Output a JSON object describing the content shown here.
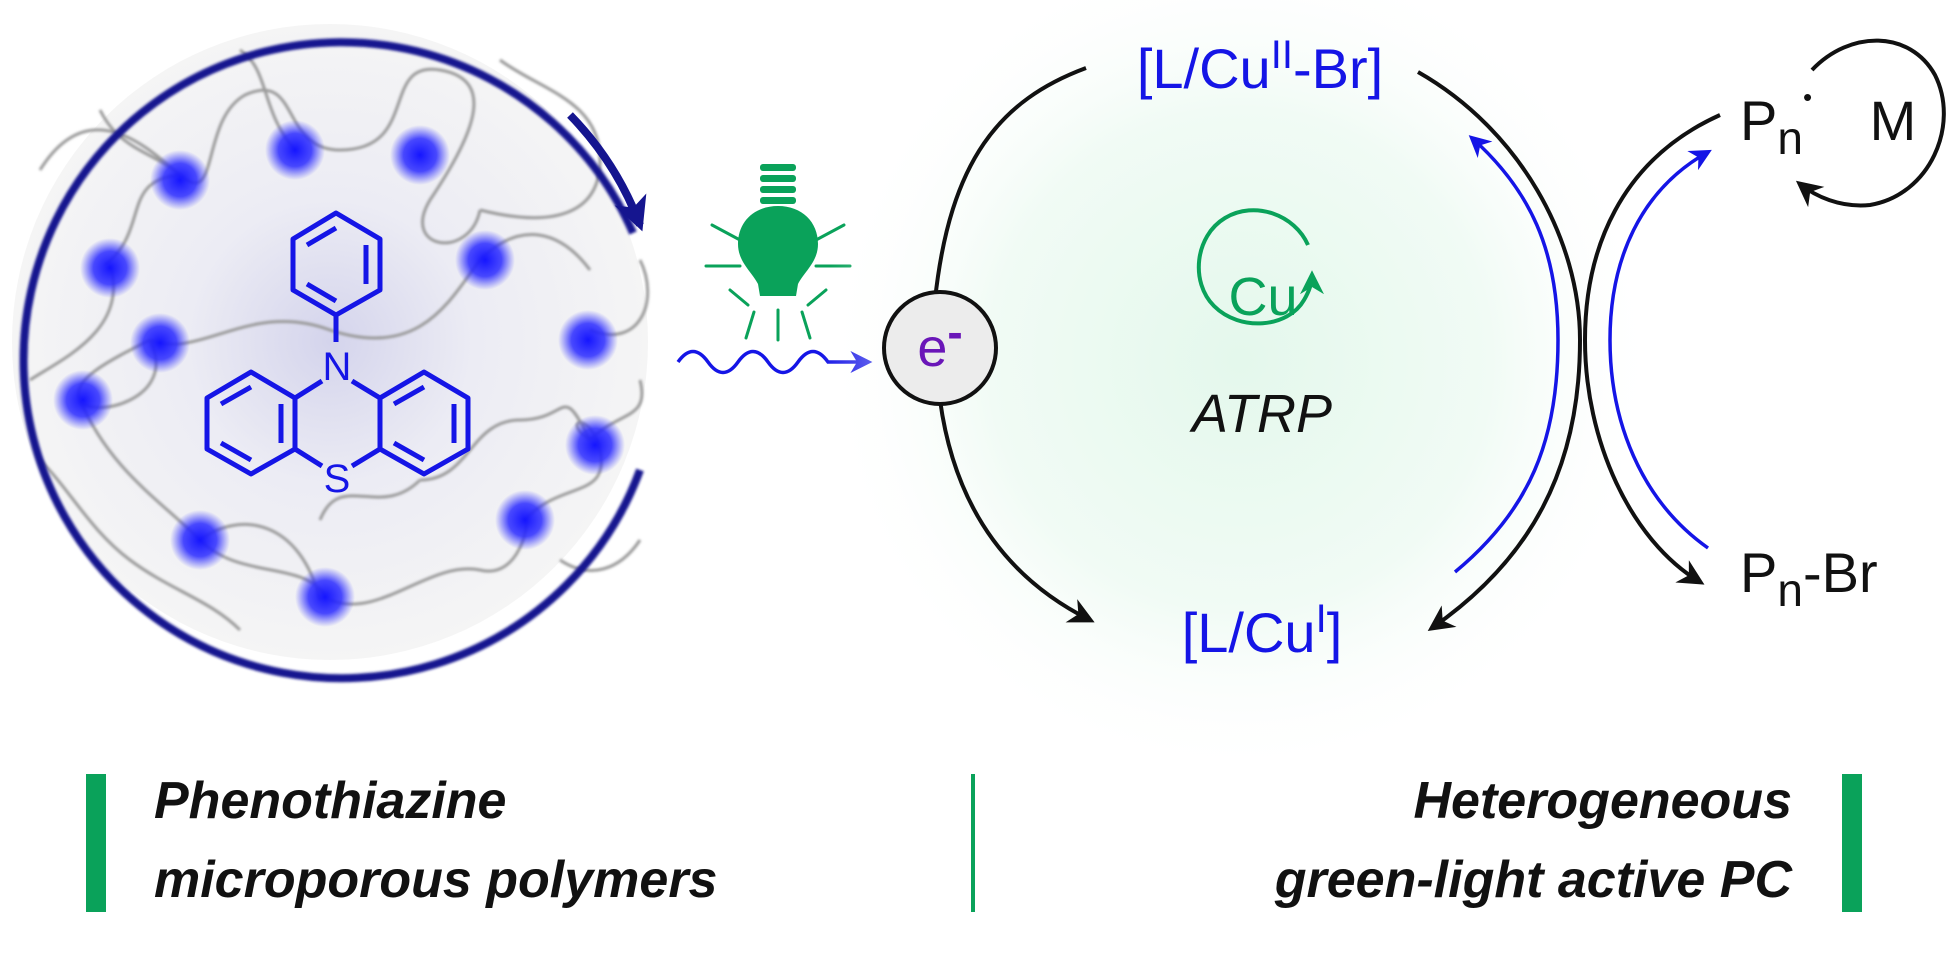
{
  "colors": {
    "blue": "#1515e6",
    "navy": "#15158f",
    "green": "#0aa25a",
    "black": "#111111",
    "purple": "#6a16b8",
    "grey_chain": "#9a9a9a",
    "electron_fill": "#ececec"
  },
  "molecule": {
    "nitrogen": "N",
    "sulfur": "S"
  },
  "icons": {
    "light": "green-light-bulb-icon",
    "photon": "wavy-photon-arrow-icon",
    "cycle": "circular-arrow-icon"
  },
  "electron": {
    "base": "e",
    "sup": "-"
  },
  "catalyst": {
    "top": {
      "pre": "[L/Cu",
      "sup": "II",
      "post": "-Br]"
    },
    "bottom": {
      "pre": "[L/Cu",
      "sup": "I",
      "post": "]"
    },
    "center_metal": "Cu",
    "center_label": "ATRP"
  },
  "polymer": {
    "radical": {
      "base": "P",
      "sub": "n",
      "dot": "•"
    },
    "monomer": "M",
    "dormant": {
      "base": "P",
      "sub": "n",
      "post": "-Br"
    }
  },
  "captions": {
    "left_line1": "Phenothiazine",
    "left_line2": "microporous polymers",
    "right_line1": "Heterogeneous",
    "right_line2": "green-light active PC"
  }
}
